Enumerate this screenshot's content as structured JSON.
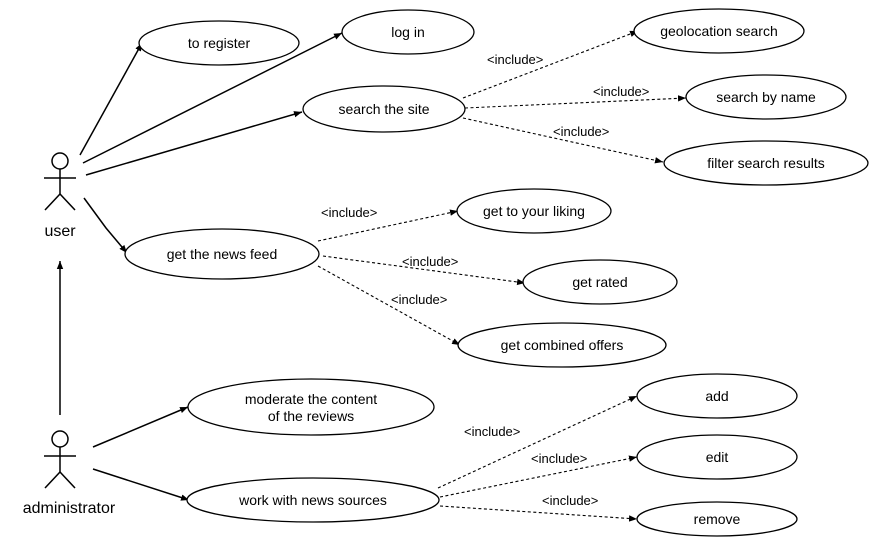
{
  "actors": {
    "user": "user",
    "administrator": "administrator"
  },
  "use_cases": {
    "to_register": "to register",
    "log_in": "log in",
    "search_the_site": "search the site",
    "geolocation_search": "geolocation search",
    "search_by_name": "search by name",
    "filter_search_results": "filter search results",
    "get_the_news_feed": "get the news feed",
    "get_to_your_liking": "get to your liking",
    "get_rated": "get rated",
    "get_combined_offers": "get combined offers",
    "moderate_line1": "moderate the content",
    "moderate_line2": "of the reviews",
    "work_with_news_sources": "work with news sources",
    "add": "add",
    "edit": "edit",
    "remove": "remove"
  },
  "include_label": "<include>"
}
